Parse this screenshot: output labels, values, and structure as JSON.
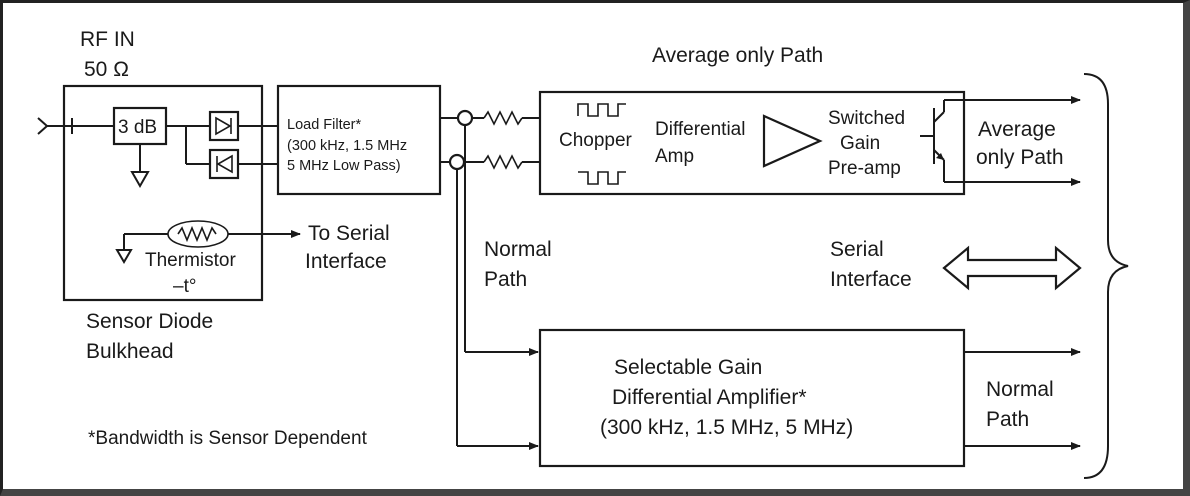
{
  "rf_in": {
    "line1": "RF IN",
    "line2": "50 Ω"
  },
  "attenuator": {
    "label": "3 dB"
  },
  "sensor": {
    "thermistor": "Thermistor",
    "temp_symbol": "–t°",
    "to_serial_line1": "To Serial",
    "to_serial_line2": "Interface",
    "caption_line1": "Sensor Diode",
    "caption_line2": "Bulkhead"
  },
  "load_filter": {
    "line1": "Load Filter*",
    "line2": "(300 kHz, 1.5 MHz",
    "line3": "5 MHz Low Pass)"
  },
  "average_path": {
    "title": "Average only Path",
    "chopper": "Chopper",
    "diff_amp_line1": "Differential",
    "diff_amp_line2": "Amp",
    "preamp_line1": "Switched",
    "preamp_line2": "Gain",
    "preamp_line3": "Pre-amp",
    "output_line1": "Average",
    "output_line2": "only Path"
  },
  "normal_path": {
    "left_line1": "Normal",
    "left_line2": "Path",
    "amp_line1": "Selectable Gain",
    "amp_line2": "Differential Amplifier*",
    "amp_line3": "(300 kHz, 1.5 MHz, 5 MHz)",
    "output_line1": "Normal",
    "output_line2": "Path"
  },
  "serial_interface": {
    "line1": "Serial",
    "line2": "Interface"
  },
  "footnote": "*Bandwidth is Sensor Dependent"
}
